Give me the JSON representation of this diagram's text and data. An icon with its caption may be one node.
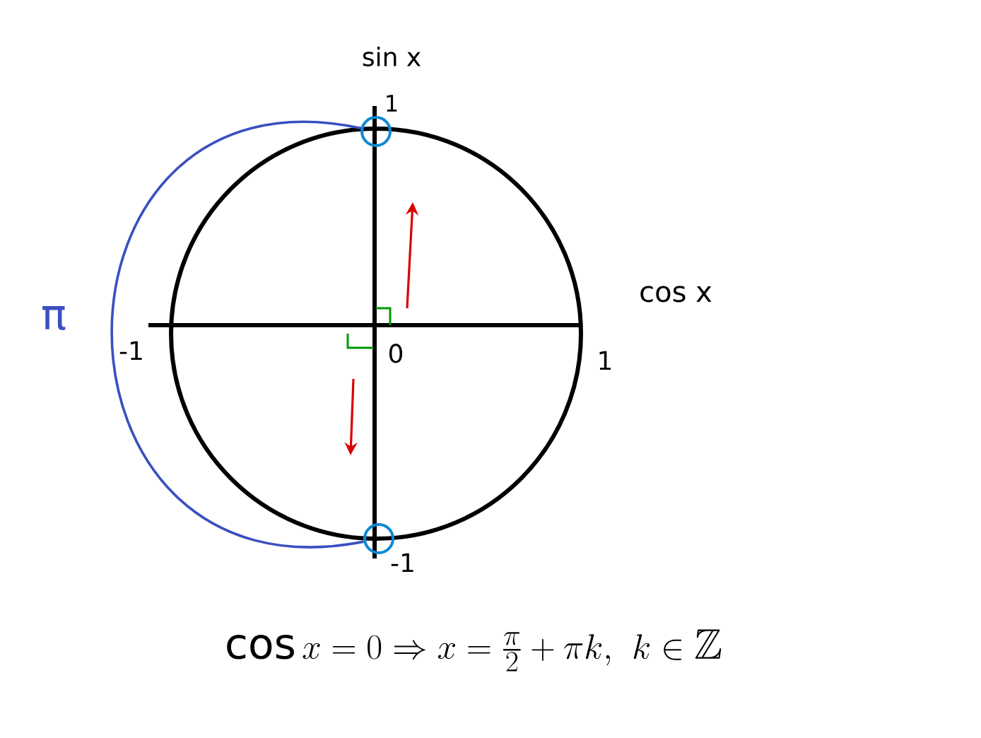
{
  "diagram": {
    "nodes": [
      {
        "text": [],
        "shape": "circle"
      },
      {
        "text": [],
        "shape": "circle"
      }
    ],
    "edges": [
      {
        "from": 0,
        "to": 1,
        "arrow": "none",
        "label": "π",
        "color": "#3a4fc0"
      }
    ],
    "labels": [
      "sin x",
      "1",
      "cos x",
      "-1",
      "0",
      "1",
      "-1",
      "\\cos x = 0 \\Rightarrow x = \\frac{\\pi}{2} + \\pi k,\\ k \\in \\mathbb{Z}"
    ]
  }
}
